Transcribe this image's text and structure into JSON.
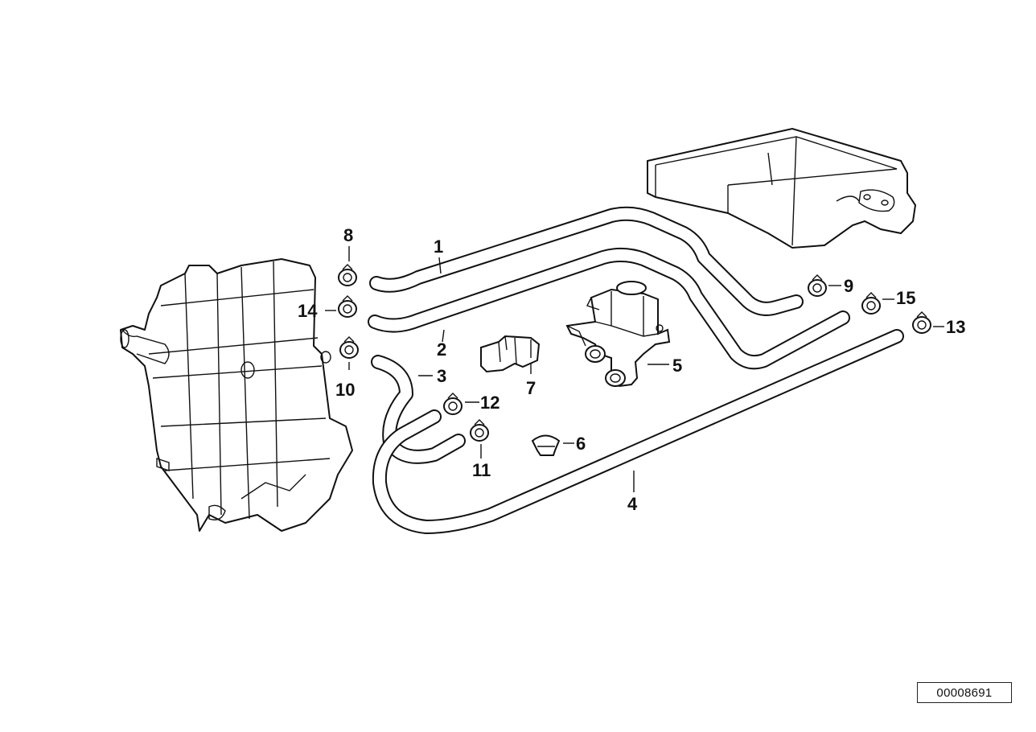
{
  "diagram": {
    "reference_number": "00008691",
    "callouts": [
      {
        "id": "1",
        "label": "1"
      },
      {
        "id": "2",
        "label": "2"
      },
      {
        "id": "3",
        "label": "3"
      },
      {
        "id": "4",
        "label": "4"
      },
      {
        "id": "5",
        "label": "5"
      },
      {
        "id": "6",
        "label": "6"
      },
      {
        "id": "7",
        "label": "7"
      },
      {
        "id": "8",
        "label": "8"
      },
      {
        "id": "9",
        "label": "9"
      },
      {
        "id": "10",
        "label": "10"
      },
      {
        "id": "11",
        "label": "11"
      },
      {
        "id": "12",
        "label": "12"
      },
      {
        "id": "13",
        "label": "13"
      },
      {
        "id": "14",
        "label": "14"
      },
      {
        "id": "15",
        "label": "15"
      }
    ],
    "colors": {
      "line": "#111111",
      "background": "#ffffff"
    }
  }
}
